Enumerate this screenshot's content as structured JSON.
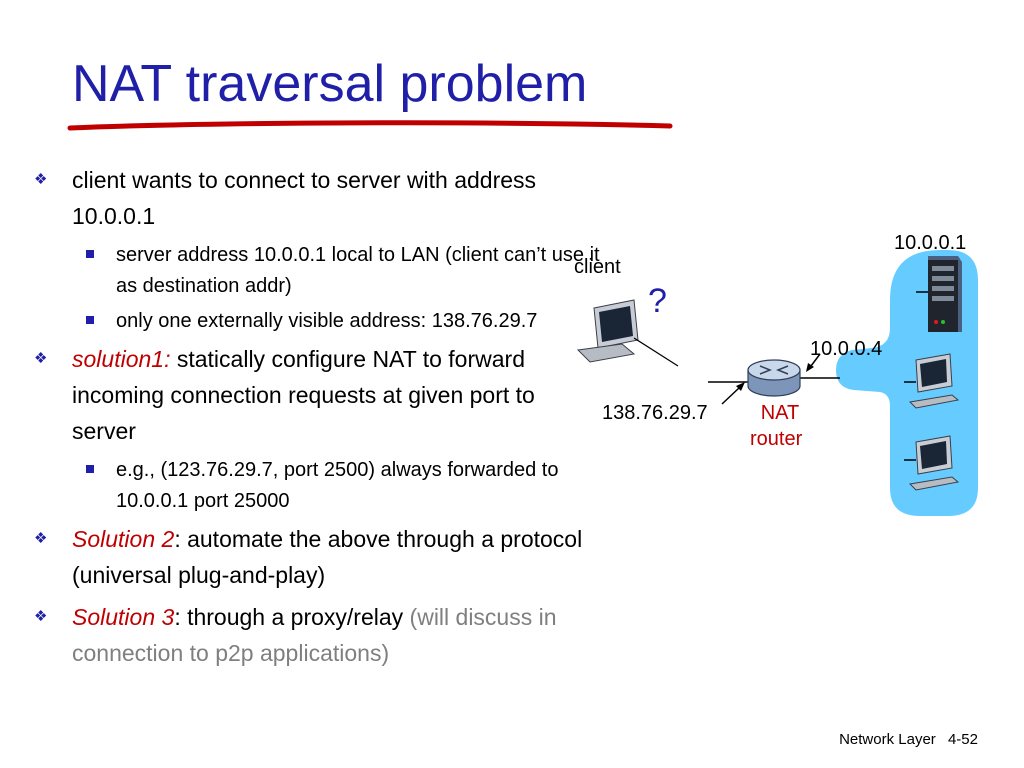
{
  "slide": {
    "title": "NAT traversal problem"
  },
  "bullets": [
    {
      "text": "client wants to connect to server with address 10.0.0.1",
      "subs": [
        "server address 10.0.0.1 local to LAN (client can’t use it as destination addr)",
        "only one externally visible address: 138.76.29.7"
      ]
    },
    {
      "emphasis": "solution1:",
      "text": " statically configure NAT to forward incoming connection requests at given port to server",
      "subs": [
        "e.g., (123.76.29.7, port 2500) always forwarded to 10.0.0.1 port 25000"
      ]
    },
    {
      "emphasis": "Solution 2",
      "text": ": automate the above through a protocol (universal plug-and-play)"
    },
    {
      "emphasis": "Solution 3",
      "text": ": through a proxy/relay ",
      "note": "(will discuss in connection to p2p applications)"
    }
  ],
  "diagram": {
    "client_label": "client",
    "question_mark": "?",
    "server_address": "10.0.0.1",
    "router_lan_address": "10.0.0.4",
    "router_wan_address": "138.76.29.7",
    "router_label_line1": "NAT",
    "router_label_line2": "router"
  },
  "footer": {
    "section": "Network Layer",
    "page": "4-52"
  },
  "colors": {
    "title": "#1f1fa8",
    "emphasis": "#c00000",
    "lan": "#66ccff",
    "note": "#7f7f7f"
  }
}
